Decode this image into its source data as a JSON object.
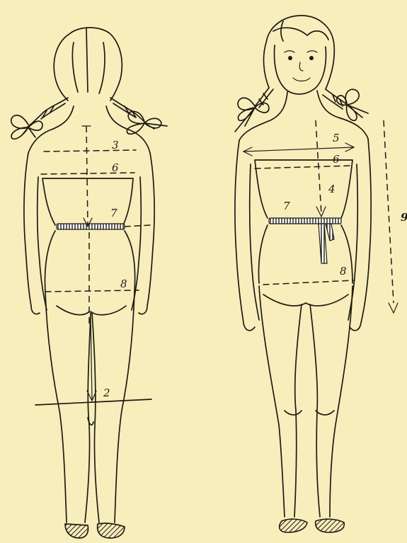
{
  "labels": {
    "back": {
      "m2": "2",
      "m3": "3",
      "m6": "6",
      "m7": "7",
      "m8": "8"
    },
    "front": {
      "m4": "4",
      "m5": "5",
      "m6": "6",
      "m7": "7",
      "m8": "8",
      "m9": "9"
    }
  },
  "colors": {
    "paper": "#f7eebc",
    "ink": "#1f1a14"
  }
}
